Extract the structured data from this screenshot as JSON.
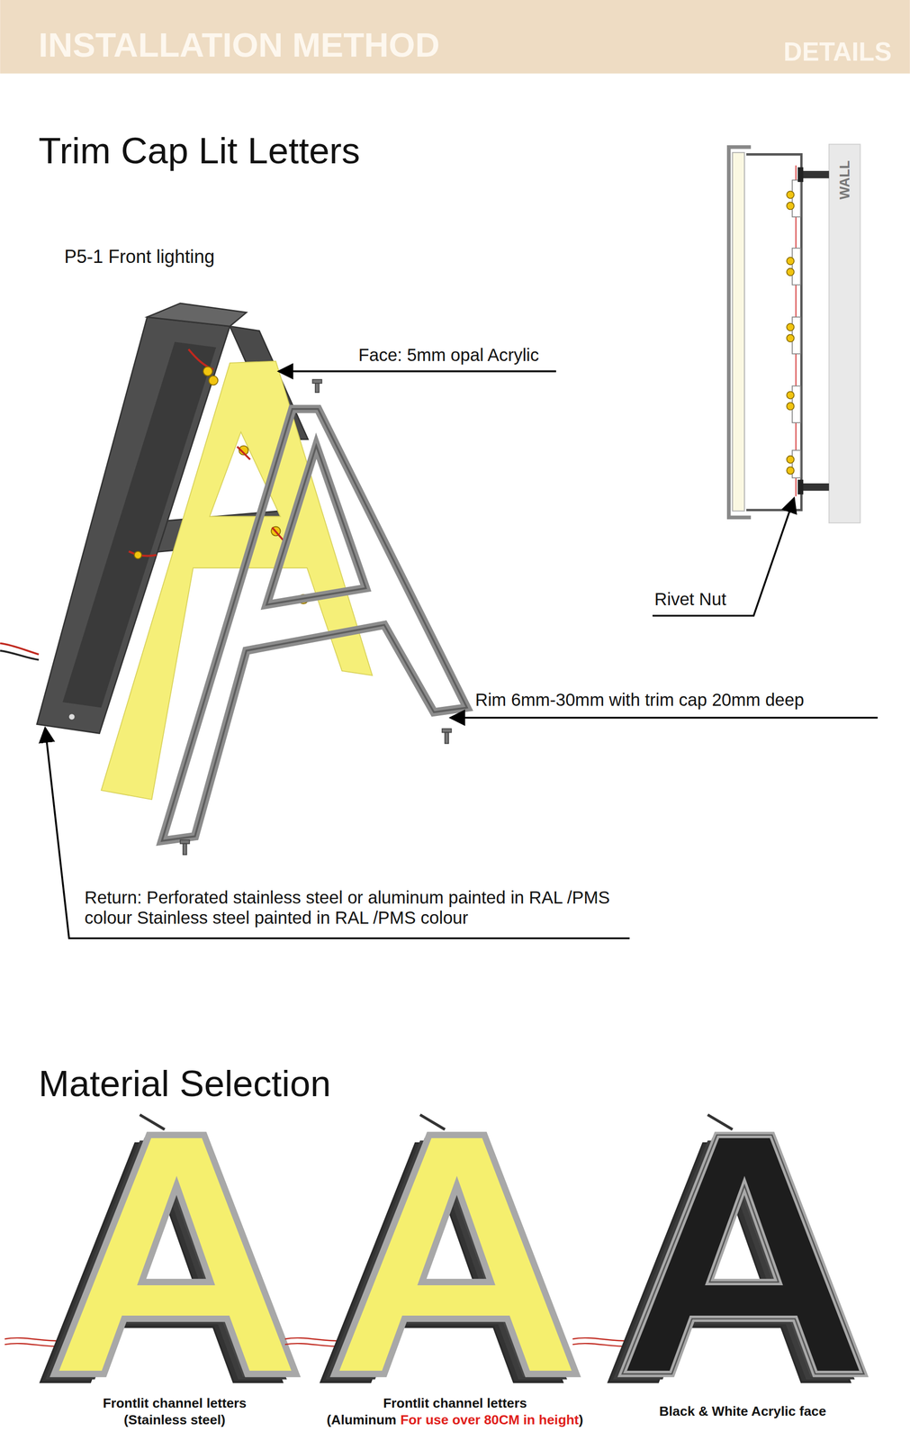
{
  "diagram": {
    "title": "INSTALLATION METHOD",
    "labels": [
      "DETAILS",
      "Trim Cap Lit Letters",
      "P5-1 Front lighting",
      "Face: 5mm opal Acrylic",
      "WALL",
      "Rivet Nut",
      "Rim 6mm-30mm with trim cap 20mm deep",
      "Return: Perforated stainless steel or aluminum painted in RAL /PMS colour Stainless steel painted in RAL /PMS colour",
      "Material Selection",
      "Frontlit channel letters",
      "(Stainless steel)",
      "Frontlit channel letters",
      "(Aluminum",
      "For use over 80CM in height",
      ")",
      "Black & White Acrylic face"
    ]
  }
}
